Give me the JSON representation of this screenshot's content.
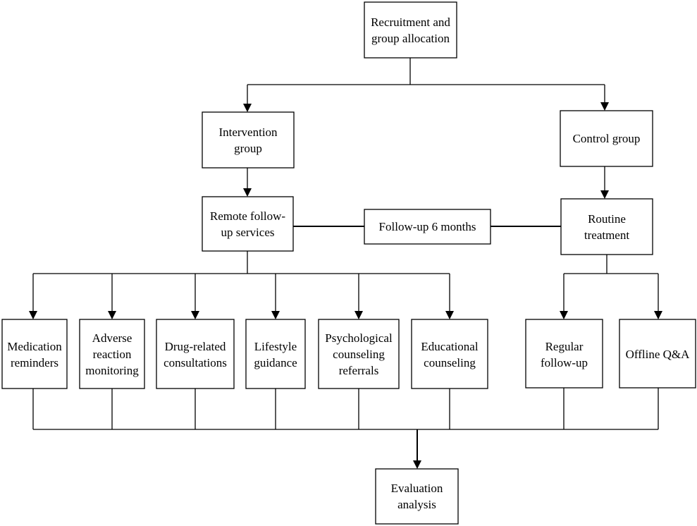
{
  "nodes": {
    "recruitment": [
      "Recruitment and",
      "group allocation"
    ],
    "intervention": [
      "Intervention",
      "group"
    ],
    "control": [
      "Control group"
    ],
    "remote": [
      "Remote follow-",
      "up services"
    ],
    "followup6": [
      "Follow-up 6 months"
    ],
    "routine": [
      "Routine",
      "treatment"
    ],
    "medication": [
      "Medication",
      "reminders"
    ],
    "adverse": [
      "Adverse",
      "reaction",
      "monitoring"
    ],
    "drug": [
      "Drug-related",
      "consultations"
    ],
    "lifestyle": [
      "Lifestyle",
      "guidance"
    ],
    "psych": [
      "Psychological",
      "counseling",
      "referrals"
    ],
    "edu": [
      "Educational",
      "counseling"
    ],
    "regular": [
      "Regular",
      "follow-up"
    ],
    "offline": [
      "Offline Q&A"
    ],
    "evaluation": [
      "Evaluation",
      "analysis"
    ]
  }
}
